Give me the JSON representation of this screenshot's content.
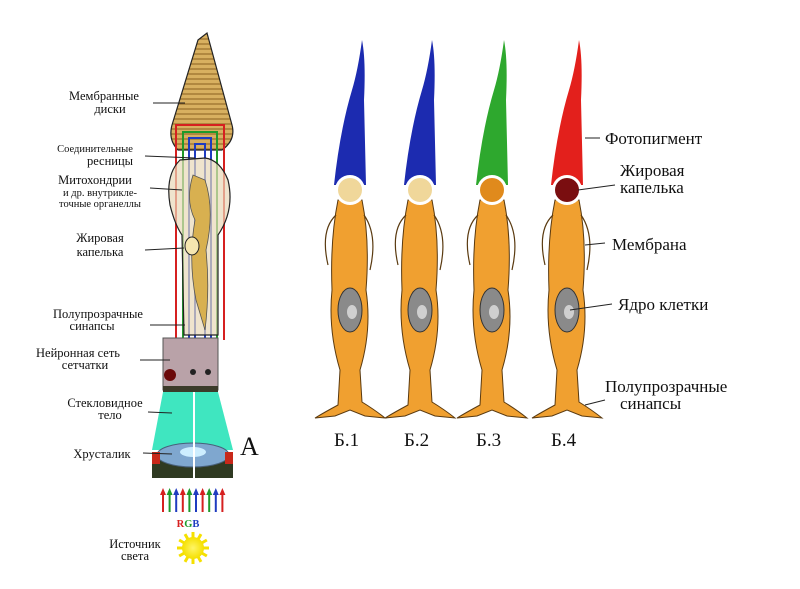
{
  "title_a": "А",
  "left_labels": {
    "membrane_discs": [
      "Мембранные",
      "диски"
    ],
    "cilia": [
      "Соединительные",
      "ресницы"
    ],
    "mitochondria": [
      "Митохондрии",
      "и др. внутрикле-",
      "точные органеллы"
    ],
    "fat_drop": [
      "Жировая",
      "капелька"
    ],
    "synapses": [
      "Полупрозрачные",
      "синапсы"
    ],
    "neural_net": [
      "Нейронная сеть",
      "сетчатки"
    ],
    "vitreous": [
      "Стекловидное",
      "тело"
    ],
    "lens": [
      "Хрусталик"
    ],
    "rgb": [
      "R",
      "G",
      "B"
    ],
    "light_source": [
      "Источник",
      "света"
    ]
  },
  "cells": [
    {
      "caption": "Б.1",
      "pigment": "#1c2bb0",
      "drop": "#f0d79a"
    },
    {
      "caption": "Б.2",
      "pigment": "#1c2bb0",
      "drop": "#f0d79a"
    },
    {
      "caption": "Б.3",
      "pigment": "#2ea82e",
      "drop": "#e08a1c"
    },
    {
      "caption": "Б.4",
      "pigment": "#e3201c",
      "drop": "#7a0e10"
    }
  ],
  "right_labels": {
    "photopigment": [
      "Фотопигмент"
    ],
    "fat_drop": [
      "Жировая",
      "капелька"
    ],
    "membrane": [
      "Мембрана"
    ],
    "nucleus": [
      "Ядро клетки"
    ],
    "synapses": [
      "Полупрозрачные",
      "синапсы"
    ]
  },
  "colors": {
    "r": "#d62020",
    "g": "#1f9a2a",
    "b": "#1f3cc0",
    "vitreous": "#3fe6c0",
    "cell_body": "#f0a030"
  }
}
